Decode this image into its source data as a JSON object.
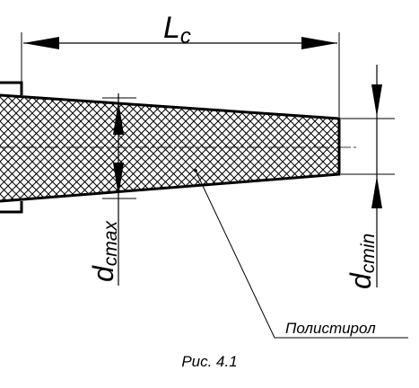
{
  "figure": {
    "dimension_top": {
      "main": "L",
      "sub": "c"
    },
    "dimension_left": {
      "main": "d",
      "sub": "cmax"
    },
    "dimension_right": {
      "main": "d",
      "sub": "cmin"
    },
    "material_label": "Полистирол",
    "caption": "Рис. 4.1"
  }
}
